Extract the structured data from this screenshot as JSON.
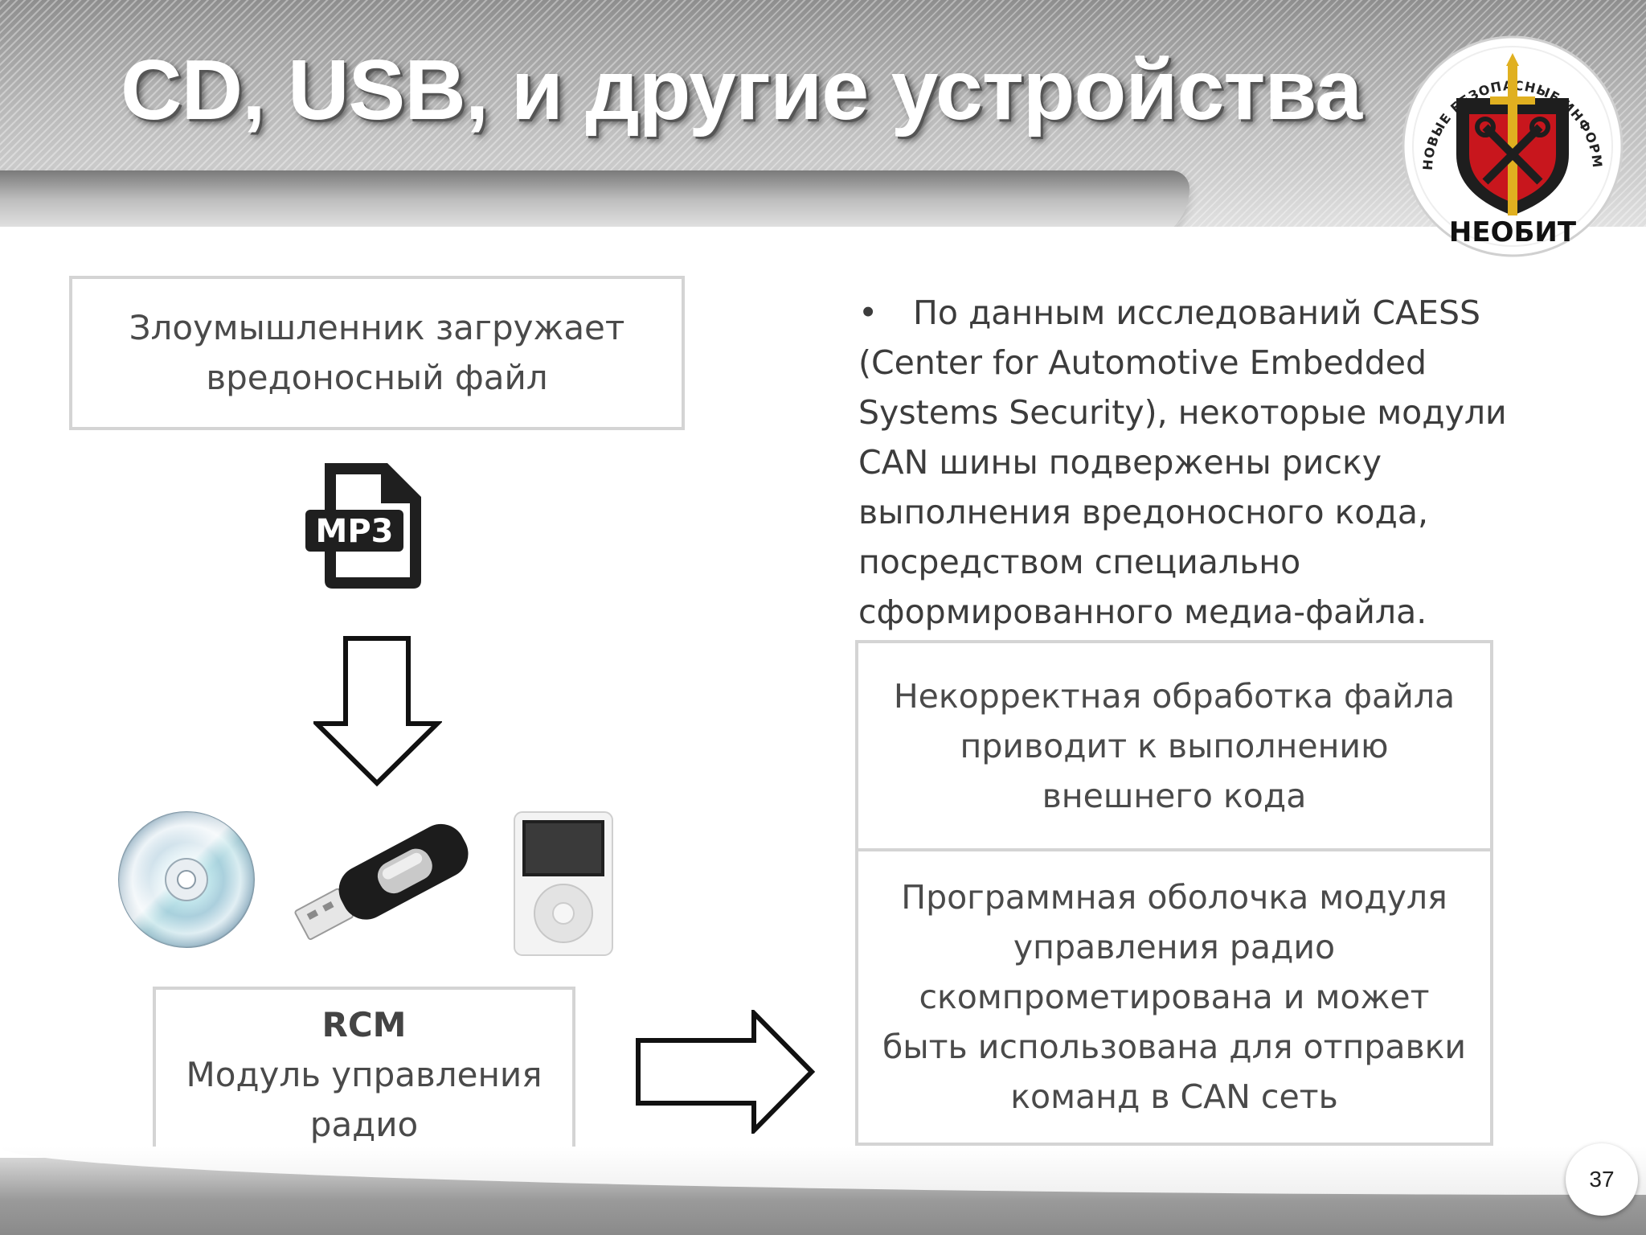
{
  "slide": {
    "title": "CD, USB, и другие устройства",
    "page_number": "37"
  },
  "logo": {
    "brand": "НЕОБИТ",
    "ring_text": "НОВЫЕ БЕЗОПАСНЫЕ ИНФОРМАЦИОННЫЕ ТЕХНОЛОГИИ"
  },
  "left": {
    "attacker_box": [
      "Злоумышленник загружает",
      "вредоносный файл"
    ],
    "file_icon_label": "MP3",
    "rcm_box": {
      "title": "RCM",
      "lines": [
        "Модуль управления",
        "радио"
      ]
    }
  },
  "right": {
    "bullet": "•",
    "bullet_lines": [
      "По данным исследований CAESS",
      "(Center for Automotive Embedded",
      "Systems Security), некоторые модули",
      "CAN шины подвержены риску",
      "выполнения вредоносного кода,",
      "посредством специально",
      "сформированного медиа-файла."
    ],
    "box1_lines": [
      "Некорректная обработка файла",
      "приводит к выполнению",
      "внешнего кода"
    ],
    "box2_lines": [
      "Программная оболочка модуля",
      "управления радио",
      "скомпрометирована и может",
      "быть использована для отправки",
      "команд в CAN сеть"
    ]
  },
  "colors": {
    "box_border": "#d4d4d4",
    "logo_red": "#c8161d",
    "logo_gold": "#e0b020"
  }
}
